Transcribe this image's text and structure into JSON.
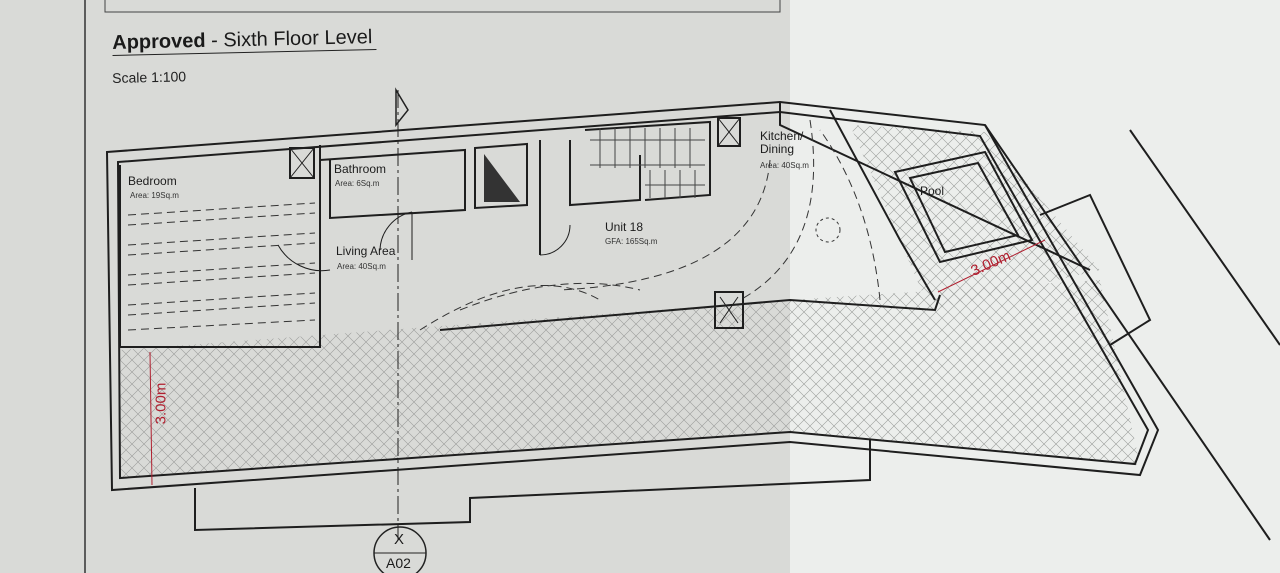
{
  "title": {
    "bold": "Approved",
    "rest": " - Sixth Floor Level"
  },
  "scale": "Scale 1:100",
  "rooms": {
    "bedroom": {
      "name": "Bedroom",
      "area": "Area: 19Sq.m"
    },
    "bathroom": {
      "name": "Bathroom",
      "area": "Area: 6Sq.m"
    },
    "living": {
      "name": "Living Area",
      "area": "Area: 40Sq.m"
    },
    "unit": {
      "name": "Unit 18",
      "area": "GFA: 165Sq.m"
    },
    "kitchen": {
      "name": "Kitchen/ Dining",
      "area": "Area: 40Sq.m"
    },
    "pool": {
      "name": "Pool"
    }
  },
  "dimensions": {
    "terrace_depth": "3.00m",
    "pool_offset": "3.00m"
  },
  "section_marker": {
    "letter": "X",
    "sheet": "A02"
  },
  "colors": {
    "wall": "#1e1e1e",
    "dimension": "#b02030",
    "paper_left": "#d9dad7",
    "paper_right": "#eceeec"
  }
}
